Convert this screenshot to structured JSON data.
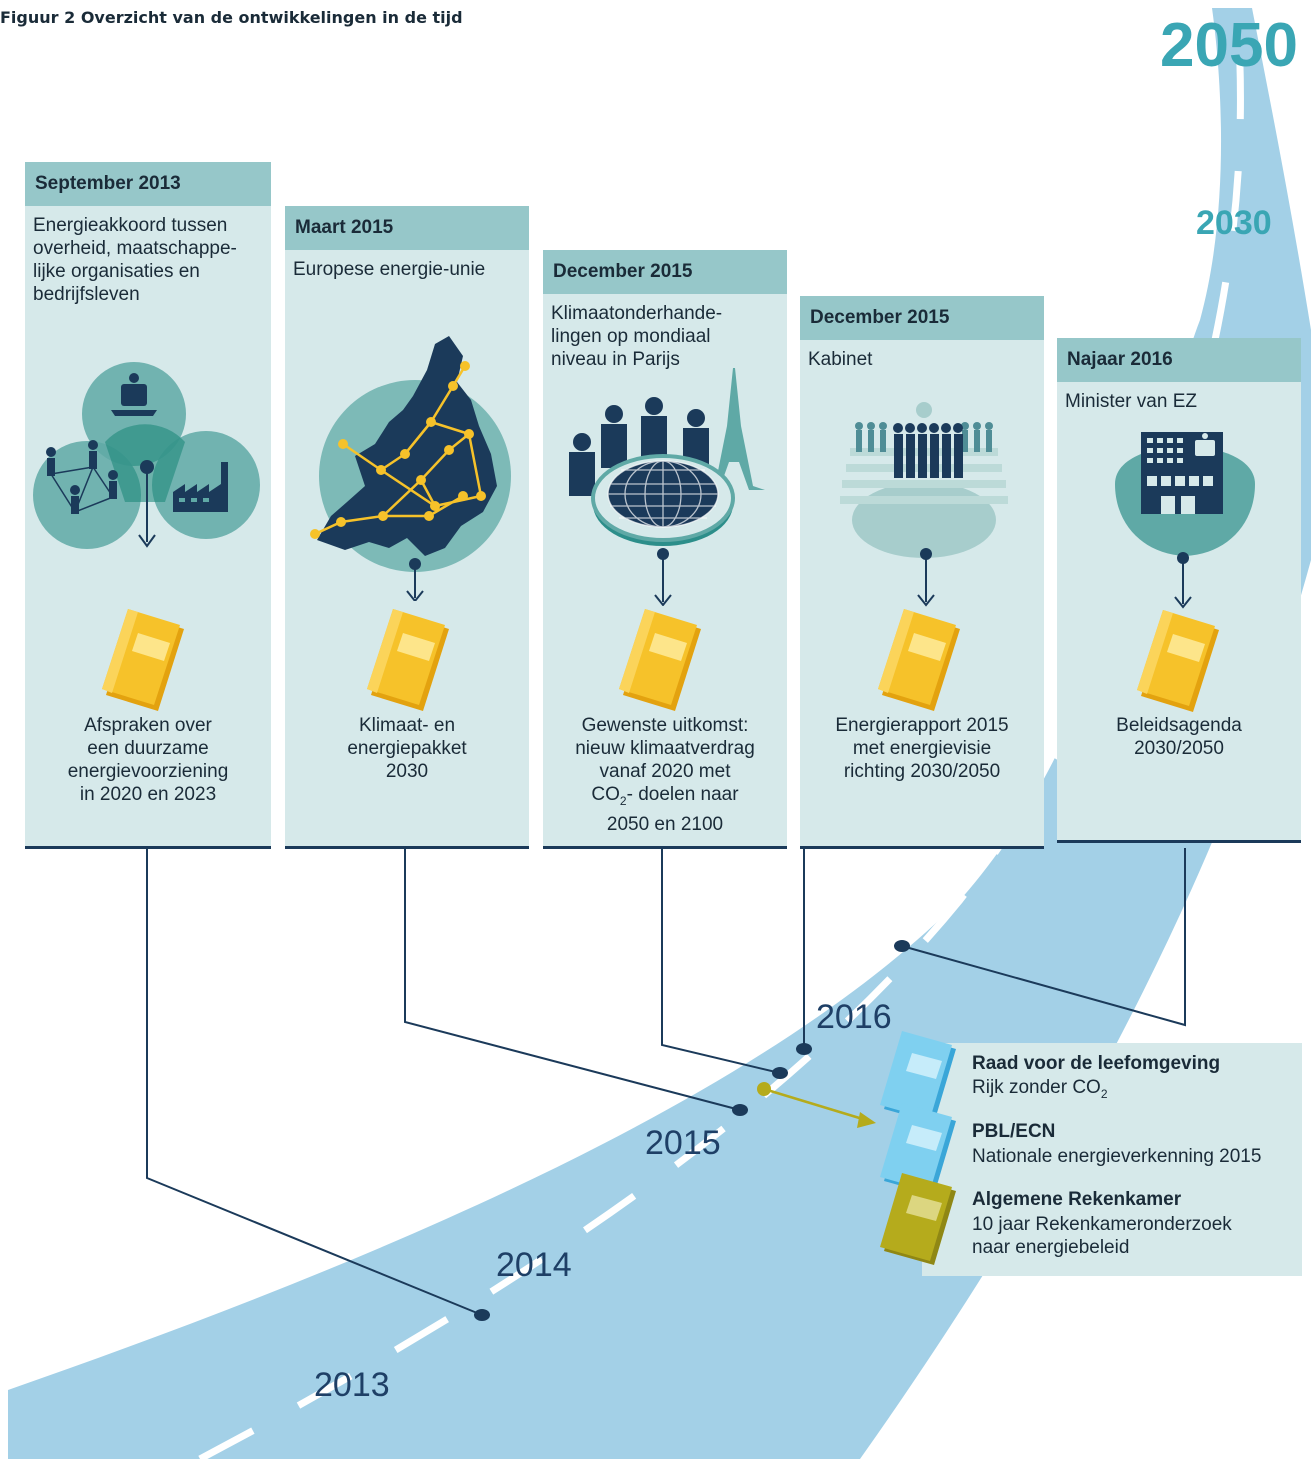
{
  "figure_title": "Figuur 2  Overzicht van de ontwikkelingen in de tijd",
  "horizon": {
    "far": "2050",
    "mid": "2030"
  },
  "road_years": [
    "2013",
    "2014",
    "2015",
    "2016"
  ],
  "panels": [
    {
      "date": "September 2013",
      "actor": "Energieakkoord tussen overheid, maatschappe-lijke organisaties en bedrijfsleven",
      "actor_lines": [
        "Energieakkoord tussen",
        "overheid, maatschappe-",
        "lijke organisaties en",
        "bedrijfsleven"
      ],
      "outcome_lines": [
        "Afspraken over",
        "een duurzame",
        "energievoorziening",
        "in 2020 en 2023"
      ],
      "icon": "energy-agreement-venn-icon"
    },
    {
      "date": "Maart 2015",
      "actor": "Europese energie-unie",
      "actor_lines": [
        "Europese energie-unie"
      ],
      "outcome_lines": [
        "Klimaat- en",
        "energiepakket",
        "2030"
      ],
      "icon": "europe-network-map-icon"
    },
    {
      "date": "December 2015",
      "actor": "Klimaatonderhandelingen op mondiaal niveau in Parijs",
      "actor_lines": [
        "Klimaatonderhande-",
        "lingen op mondiaal",
        "niveau in Parijs"
      ],
      "outcome_lines": [
        "Gewenste uitkomst:",
        "nieuw klimaatverdrag",
        "vanaf 2020 met",
        "CO2- doelen naar",
        "2050 en 2100"
      ],
      "outcome_co2": {
        "pre": "CO",
        "sub": "2",
        "post": "- doelen naar"
      },
      "icon": "paris-globe-table-icon"
    },
    {
      "date": "December 2015",
      "actor": "Kabinet",
      "actor_lines": [
        "Kabinet"
      ],
      "outcome_lines": [
        "Energierapport 2015",
        "met energievisie",
        "richting 2030/2050"
      ],
      "icon": "cabinet-group-icon"
    },
    {
      "date": "Najaar 2016",
      "actor": "Minister van EZ",
      "actor_lines": [
        "Minister van EZ"
      ],
      "outcome_lines": [
        "Beleidsagenda",
        "2030/2050"
      ],
      "icon": "ministry-building-icon"
    }
  ],
  "reports": [
    {
      "org": "Raad voor de leefomgeving",
      "title": "Rijk zonder CO2",
      "title_pre": "Rijk zonder CO",
      "title_sub": "2",
      "color": "#6dc6ec"
    },
    {
      "org": "PBL/ECN",
      "title": "Nationale energieverkenning 2015",
      "color": "#6dc6ec"
    },
    {
      "org": "Algemene Rekenkamer",
      "title": "10 jaar Rekenkameronderzoek naar energiebeleid",
      "title_lines": [
        "10 jaar Rekenkameronderzoek",
        "naar energiebeleid"
      ],
      "color": "#b5ab1c"
    }
  ],
  "colors": {
    "road": "#a3d0e7",
    "panel": "#d6e9ea",
    "panel_head": "#96c7c9",
    "connector": "#1b3a5a",
    "book": "#f6c22a",
    "accent_teal": "#3aa6b4",
    "year_text": "#1e3f66"
  }
}
